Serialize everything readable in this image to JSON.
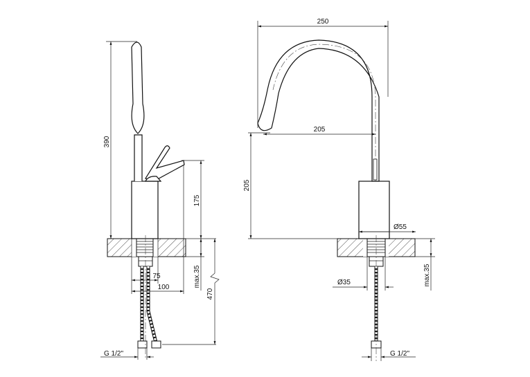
{
  "dimensions": {
    "side_height": "390",
    "handle_height": "175",
    "base_depth": "max.35",
    "handle_offset": "75",
    "handle_reach": "100",
    "hose_length": "470",
    "side_thread": "G 1/2\"",
    "front_width": "250",
    "spout_reach": "205",
    "spout_height": "205",
    "body_diameter": "Ø55",
    "hole_diameter": "Ø35",
    "front_depth": "max.35",
    "front_thread": "G 1/2\""
  }
}
